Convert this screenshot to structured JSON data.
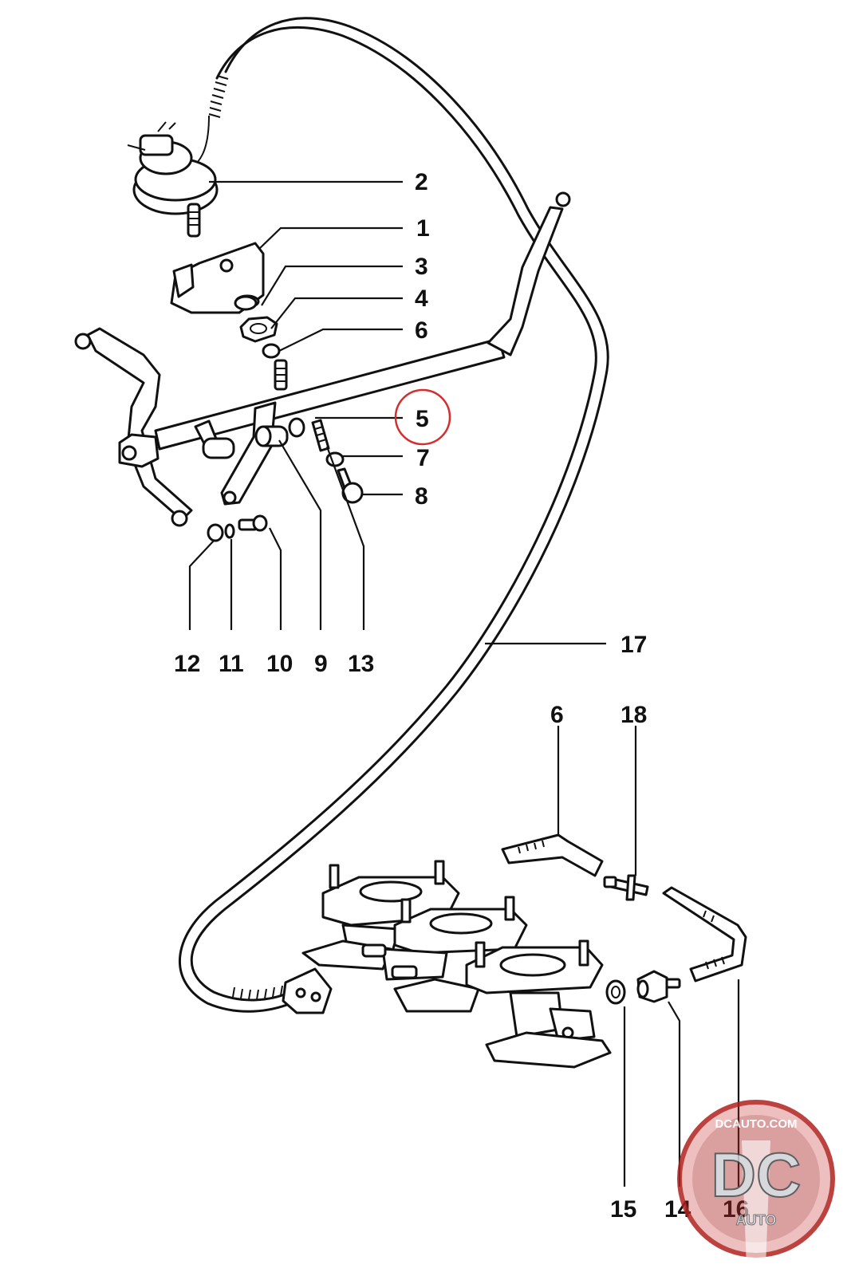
{
  "diagram": {
    "callouts": [
      {
        "id": "c2",
        "label": "2"
      },
      {
        "id": "c1",
        "label": "1"
      },
      {
        "id": "c3",
        "label": "3"
      },
      {
        "id": "c4",
        "label": "4"
      },
      {
        "id": "c6a",
        "label": "6"
      },
      {
        "id": "c5",
        "label": "5",
        "highlighted": true
      },
      {
        "id": "c7",
        "label": "7"
      },
      {
        "id": "c8",
        "label": "8"
      },
      {
        "id": "c12",
        "label": "12"
      },
      {
        "id": "c11",
        "label": "11"
      },
      {
        "id": "c10",
        "label": "10"
      },
      {
        "id": "c9",
        "label": "9"
      },
      {
        "id": "c13",
        "label": "13"
      },
      {
        "id": "c17",
        "label": "17"
      },
      {
        "id": "c6b",
        "label": "6"
      },
      {
        "id": "c18",
        "label": "18"
      },
      {
        "id": "c15",
        "label": "15"
      },
      {
        "id": "c14",
        "label": "14"
      },
      {
        "id": "c16",
        "label": "16"
      }
    ],
    "highlight_color": "#d32f2f",
    "line_color": "#111111"
  },
  "watermark": {
    "top_text": "DCAUTO.COM",
    "main_text": "DC",
    "sub_text": "AUTO",
    "colors": {
      "ring": "#b0221e",
      "fill": "#c62828",
      "letters": "#cfd2d6"
    }
  }
}
